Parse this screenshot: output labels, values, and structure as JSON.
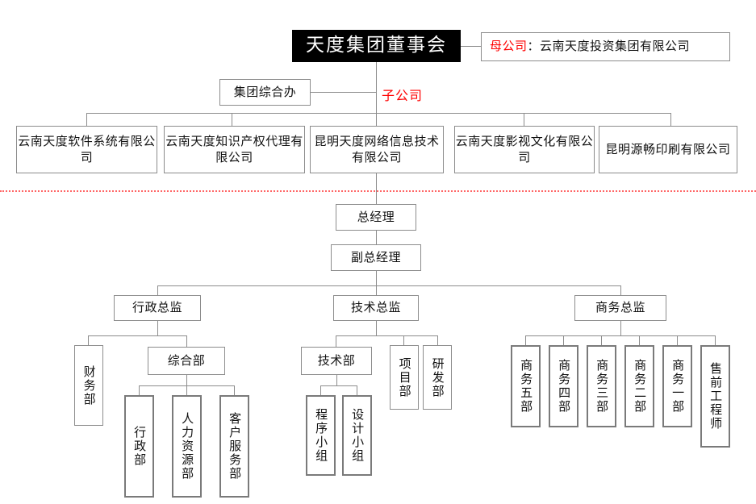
{
  "chart": {
    "title_node": "天度集团董事会",
    "parent_company": {
      "tag": "母公司",
      "separator": "：",
      "name": "云南天度投资集团有限公司",
      "tag_color": "#ff0000"
    },
    "subsidiary_tag": "子公司",
    "subsidiary_tag_color": "#ff0000",
    "group_office": "集团综合办",
    "subsidiaries": [
      "云南天度软件系统有限公司",
      "云南天度知识产权代理有限公司",
      "昆明天度网络信息技术有限公司",
      "云南天度影视文化有限公司",
      "昆明源畅印刷有限公司"
    ],
    "general_manager": "总经理",
    "deputy_general_manager": "副总经理",
    "directors": [
      {
        "label": "行政总监",
        "children": [
          {
            "label": "财务部",
            "orientation": "vertical"
          },
          {
            "label": "综合部",
            "orientation": "horizontal",
            "children": [
              {
                "label": "行政部",
                "orientation": "vertical"
              },
              {
                "label": "人力资源部",
                "orientation": "vertical"
              },
              {
                "label": "客户服务部",
                "orientation": "vertical"
              }
            ]
          }
        ]
      },
      {
        "label": "技术总监",
        "children": [
          {
            "label": "技术部",
            "orientation": "horizontal",
            "children": [
              {
                "label": "程序小组",
                "orientation": "vertical"
              },
              {
                "label": "设计小组",
                "orientation": "vertical"
              }
            ]
          },
          {
            "label": "项目部",
            "orientation": "vertical"
          },
          {
            "label": "研发部",
            "orientation": "vertical"
          }
        ]
      },
      {
        "label": "商务总监",
        "children": [
          {
            "label": "商务五部",
            "orientation": "vertical"
          },
          {
            "label": "商务四部",
            "orientation": "vertical"
          },
          {
            "label": "商务三部",
            "orientation": "vertical"
          },
          {
            "label": "商务二部",
            "orientation": "vertical"
          },
          {
            "label": "商务一部",
            "orientation": "vertical"
          },
          {
            "label": "售前工程师",
            "orientation": "vertical"
          }
        ]
      }
    ],
    "divider_color": "#ff6666",
    "box_border_color": "#8c8c8c",
    "root_background": "#000000"
  }
}
